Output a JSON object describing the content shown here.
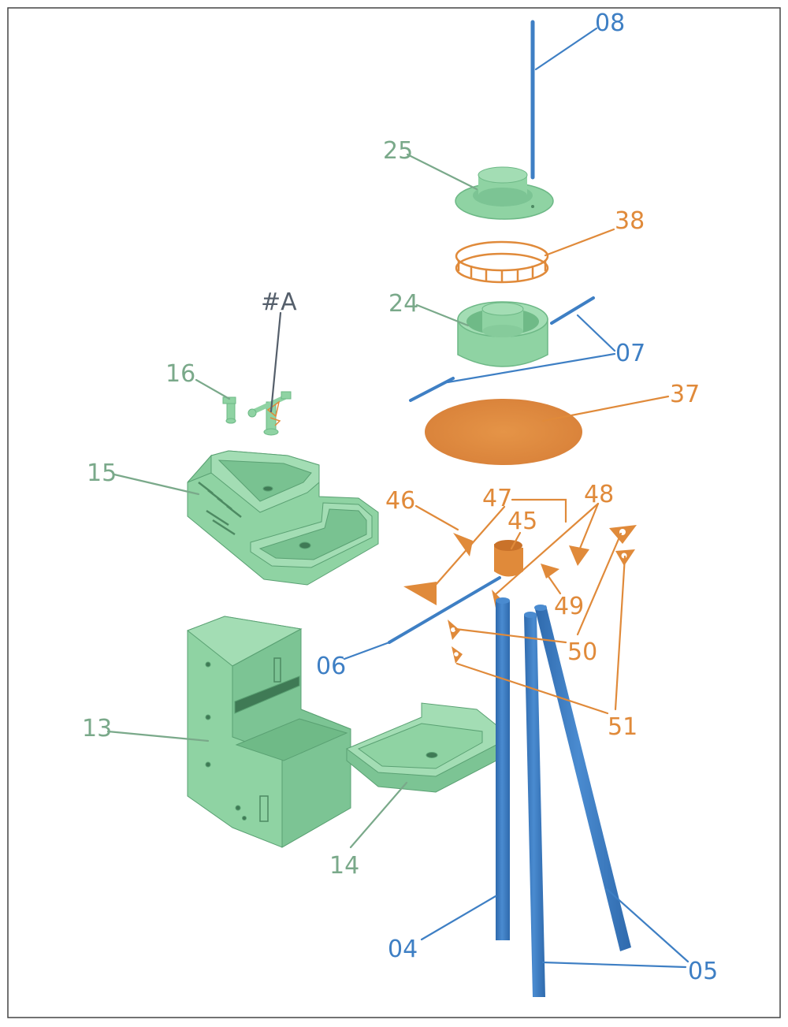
{
  "colors": {
    "frame": "#444444",
    "green_part": "#8fd3a3",
    "green_dark": "#6db886",
    "green_darker": "#5aa173",
    "green_label": "#7aa98a",
    "orange": "#e08a3a",
    "orange_dark": "#c9722a",
    "blue": "#3e7fc4",
    "blue_dark": "#2f6aad",
    "grey_label": "#555f6b"
  },
  "labels": {
    "l08": "08",
    "l25": "25",
    "l38": "38",
    "l24": "24",
    "l07": "07",
    "lA": "#A",
    "l16": "16",
    "l37": "37",
    "l15": "15",
    "l46": "46",
    "l47": "47",
    "l48": "48",
    "l45": "45",
    "l49": "49",
    "l06": "06",
    "l50": "50",
    "l51": "51",
    "l13": "13",
    "l14": "14",
    "l04": "04",
    "l05": "05"
  }
}
